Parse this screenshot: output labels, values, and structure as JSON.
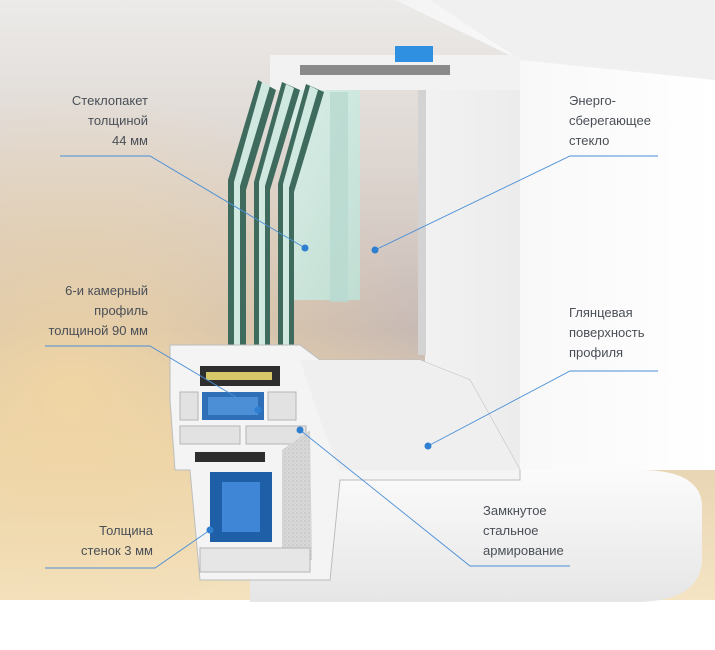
{
  "callouts": [
    {
      "id": "glass-unit",
      "lines": [
        "Стеклопакет",
        "толщиной",
        "44 мм"
      ]
    },
    {
      "id": "energy-glass",
      "lines": [
        "Энерго-",
        "сберегающее",
        "стекло"
      ]
    },
    {
      "id": "chamber-profile",
      "lines": [
        "6-и камерный",
        "профиль",
        "толщиной 90 мм"
      ]
    },
    {
      "id": "glossy-surface",
      "lines": [
        "Глянцевая",
        "поверхность",
        "профиля"
      ]
    },
    {
      "id": "wall-thickness",
      "lines": [
        "Толщина",
        "стенок 3 мм"
      ]
    },
    {
      "id": "steel-reinforcement",
      "lines": [
        "Замкнутое",
        "стальное",
        "армирование"
      ]
    }
  ],
  "colors": {
    "leader": "#4a8fd6",
    "marker": "#2f7fd0",
    "text": "#4a4f57",
    "reinforcement": "#2f6fb8",
    "glass": "#cfe8e0"
  }
}
